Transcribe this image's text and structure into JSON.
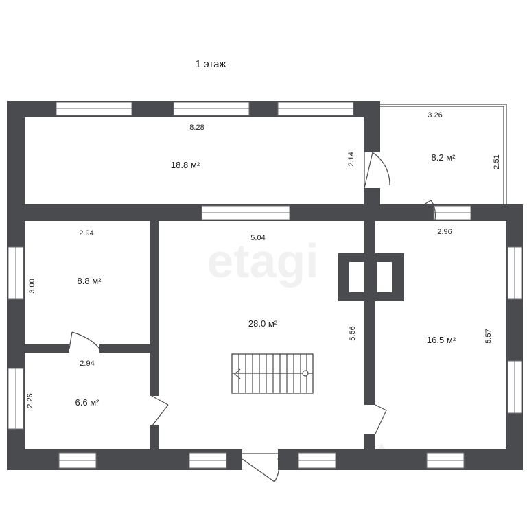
{
  "floor_title": "1 этаж",
  "watermark": "etagi",
  "colors": {
    "wall": "#4a4b4e",
    "window": "#6d6e71",
    "background": "#ffffff"
  },
  "rooms": [
    {
      "id": "living-top",
      "area": "18.8 м²",
      "width": "8.28",
      "height": "2.14"
    },
    {
      "id": "veranda",
      "area": "8.2 м²",
      "width": "3.26",
      "height": "2.51"
    },
    {
      "id": "room-left-upper",
      "area": "8.8 м²",
      "width": "2.94",
      "height": "3.00"
    },
    {
      "id": "room-left-lower",
      "area": "6.6 м²",
      "width": "2.94",
      "height": "2.26"
    },
    {
      "id": "hall",
      "area": "28.0 м²",
      "width": "5.04",
      "height": "5.56"
    },
    {
      "id": "room-right",
      "area": "16.5 м²",
      "width": "2.96",
      "height": "5.57"
    }
  ]
}
